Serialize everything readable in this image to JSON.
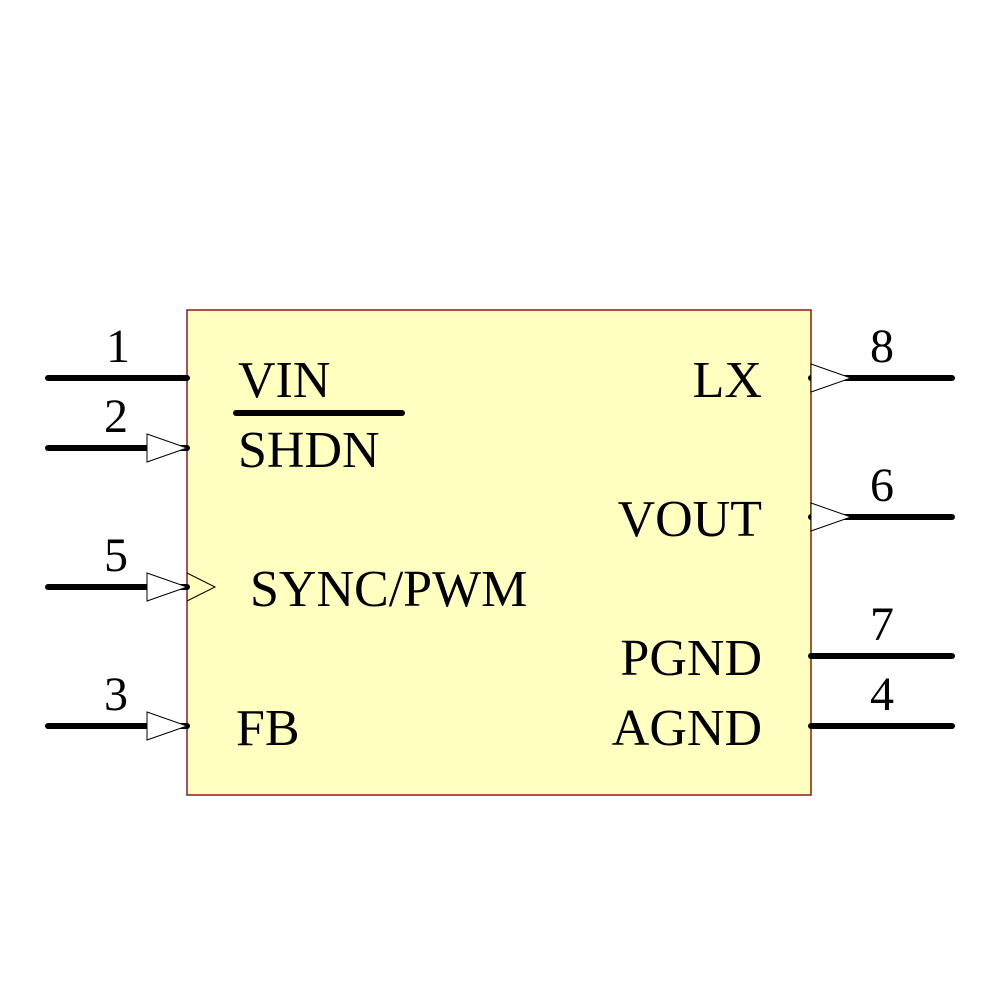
{
  "colors": {
    "body_fill": "#ffffc0",
    "body_stroke": "#8b1a1a",
    "pin_stroke": "#000000",
    "text": "#000000"
  },
  "pins": {
    "p1": {
      "number": "1",
      "name": "VIN"
    },
    "p2": {
      "number": "2",
      "name": "SHDN",
      "active_low": true
    },
    "p5": {
      "number": "5",
      "name": "SYNC/PWM"
    },
    "p3": {
      "number": "3",
      "name": "FB"
    },
    "p8": {
      "number": "8",
      "name": "LX"
    },
    "p6": {
      "number": "6",
      "name": "VOUT"
    },
    "p7": {
      "number": "7",
      "name": "PGND"
    },
    "p4": {
      "number": "4",
      "name": "AGND"
    }
  }
}
